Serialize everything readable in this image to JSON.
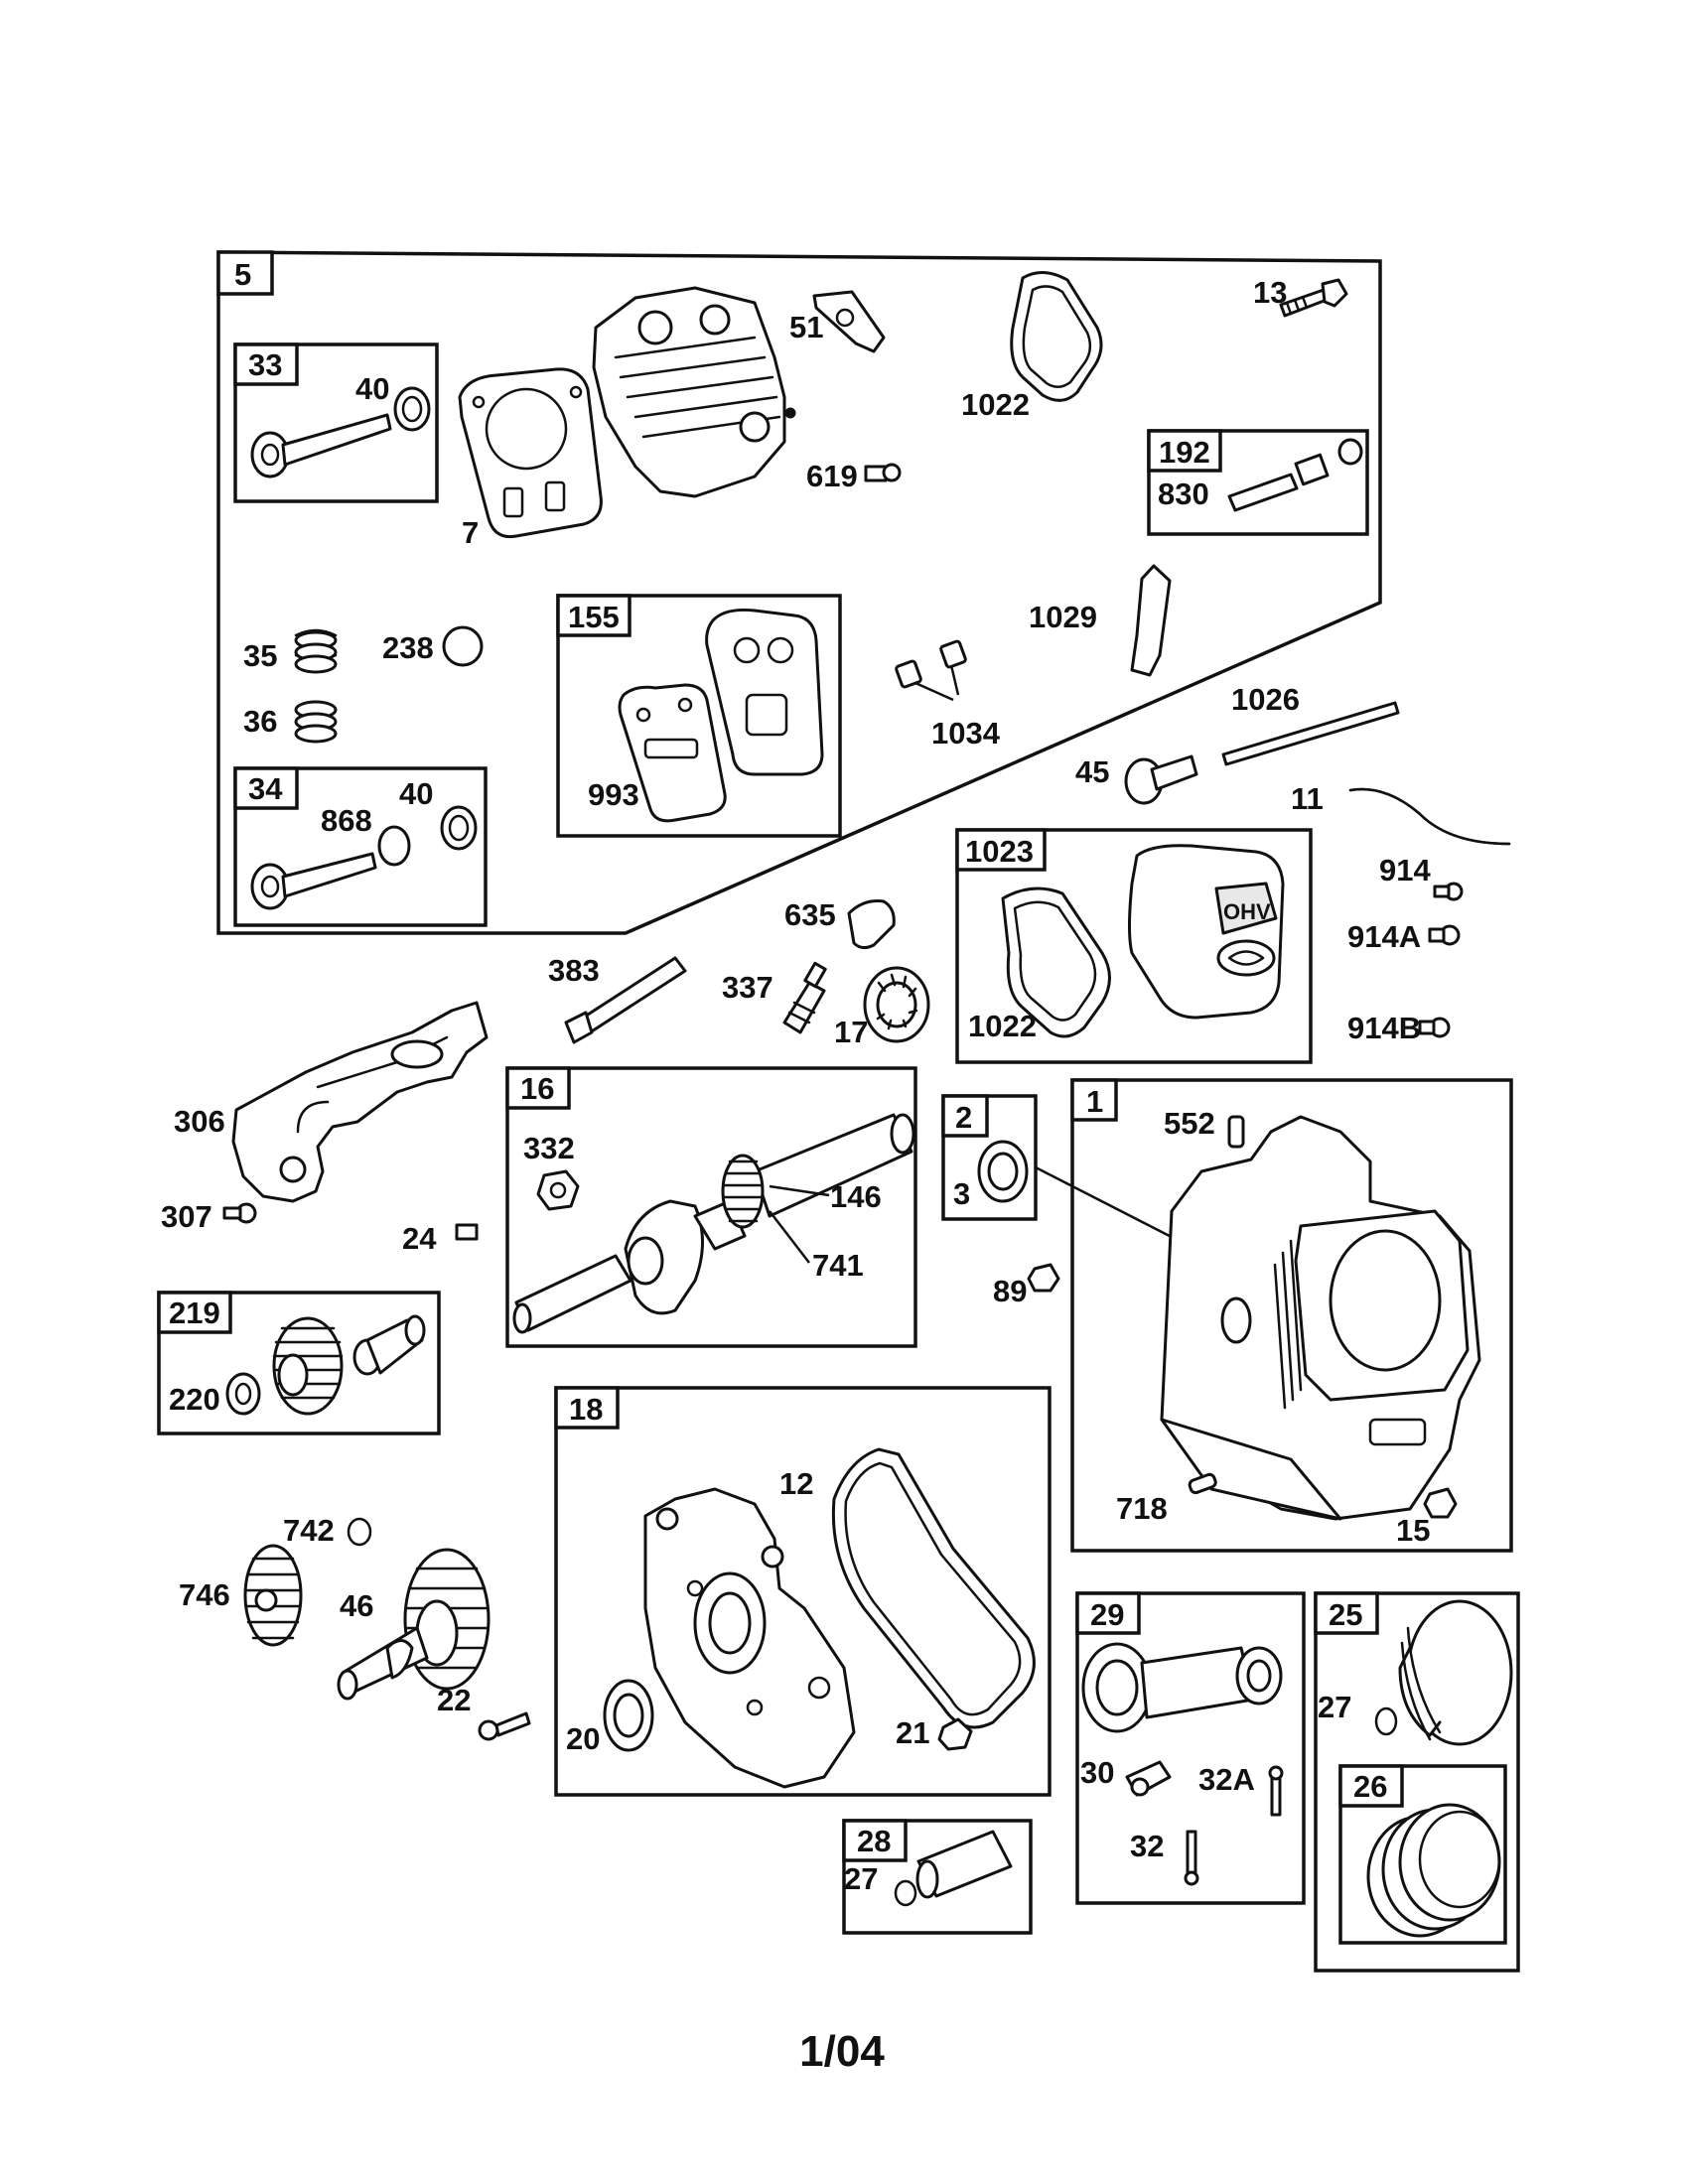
{
  "page": {
    "footer": "1/04"
  },
  "boxes": [
    {
      "id": "5"
    },
    {
      "id": "33"
    },
    {
      "id": "192"
    },
    {
      "id": "155"
    },
    {
      "id": "34"
    },
    {
      "id": "1023"
    },
    {
      "id": "16"
    },
    {
      "id": "2"
    },
    {
      "id": "1"
    },
    {
      "id": "219"
    },
    {
      "id": "18"
    },
    {
      "id": "29"
    },
    {
      "id": "25"
    },
    {
      "id": "26"
    },
    {
      "id": "28"
    }
  ],
  "labels": [
    "51",
    "13",
    "40",
    "1022",
    "7",
    "619",
    "830",
    "35",
    "238",
    "1029",
    "36",
    "1034",
    "993",
    "1026",
    "45",
    "11",
    "868",
    "40",
    "635",
    "914",
    "914A",
    "383",
    "337",
    "17",
    "1022",
    "914B",
    "306",
    "552",
    "332",
    "146",
    "3",
    "307",
    "24",
    "741",
    "89",
    "220",
    "12",
    "718",
    "15",
    "742",
    "746",
    "46",
    "22",
    "20",
    "21",
    "27",
    "30",
    "32A",
    "32",
    "27"
  ],
  "icons": [
    "cylinder-head-icon",
    "head-gasket-icon",
    "exhaust-valve-icon",
    "intake-valve-icon",
    "valve-spring-icon",
    "crankshaft-icon",
    "camshaft-icon",
    "piston-icon",
    "piston-rings-icon",
    "connecting-rod-icon",
    "engine-block-icon",
    "crankcase-cover-icon",
    "rocker-cover-icon",
    "push-rod-icon",
    "governor-gear-icon",
    "oil-seal-icon",
    "bolt-icon"
  ]
}
